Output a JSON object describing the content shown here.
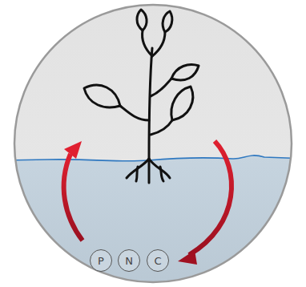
{
  "diagram": {
    "nodes": [
      {
        "text": [
          "P"
        ]
      },
      {
        "text": [
          "N"
        ]
      },
      {
        "text": [
          "C"
        ]
      }
    ]
  }
}
